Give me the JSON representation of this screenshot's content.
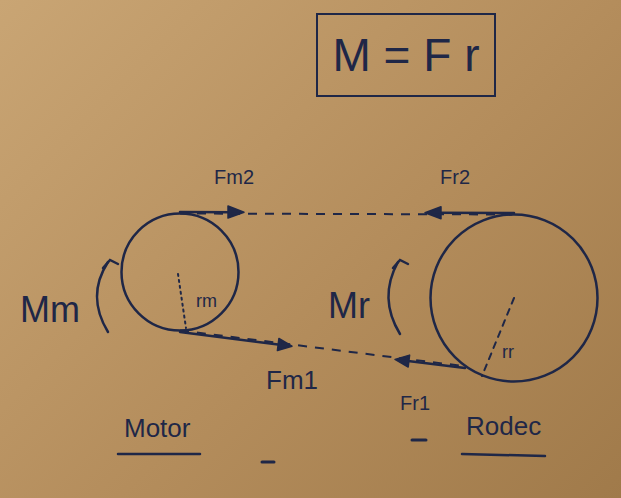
{
  "diagram": {
    "nodes": [
      {
        "text": [
          "M = F r"
        ]
      },
      {
        "text": [
          "rm"
        ]
      },
      {
        "text": [
          "rr"
        ]
      }
    ],
    "edges": [
      {
        "from": 1,
        "to": 2,
        "arrow": "none"
      },
      {
        "from": 1,
        "to": 2,
        "arrow": "none"
      }
    ],
    "labels": [
      "Fm2",
      "Fr2",
      "Mm",
      "Mr",
      "Fm1",
      "Fr1",
      "Motor",
      "Rodec"
    ]
  }
}
